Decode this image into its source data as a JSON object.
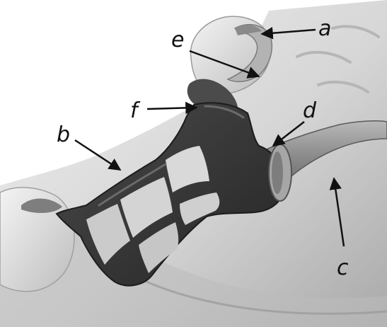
{
  "labels": {
    "a": "a",
    "b": "b",
    "c": "c",
    "d": "d",
    "e": "e",
    "f": "f"
  },
  "colors": {
    "background": "#ffffff",
    "model_light": "#e2e2e2",
    "model_mid": "#c4c4c4",
    "model_shadow": "#9a9a9a",
    "framework": "#2f2f2f",
    "framework_highlight": "#5a5a5a",
    "clasp": "#b3b3b3",
    "bar": "#8f8f8f",
    "arrow": "#111111"
  }
}
